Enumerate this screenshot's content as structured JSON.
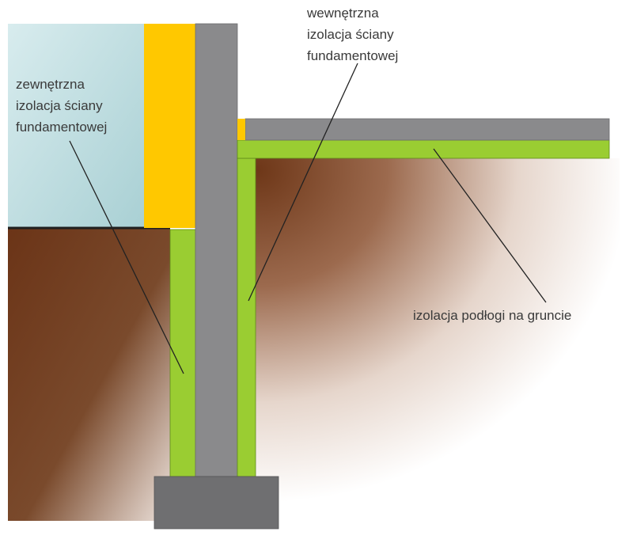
{
  "labels": {
    "external": {
      "lines": [
        "zewnętrzna",
        "izolacja ściany",
        "fundamentowej"
      ]
    },
    "internal": {
      "lines": [
        "wewnętrzna",
        "izolacja ściany",
        "fundamentowej"
      ]
    },
    "floor": {
      "lines": [
        "izolacja podłogi na gruncie"
      ]
    }
  },
  "colors": {
    "sky": "#bcdde0",
    "soil": "#6e3a1c",
    "insulation_green": "#9acd32",
    "insulation_yellow": "#ffc800",
    "concrete": "#8a8a8c",
    "footing": "#6f6f71",
    "outline": "#2a2a2a",
    "leader": "#222222"
  }
}
